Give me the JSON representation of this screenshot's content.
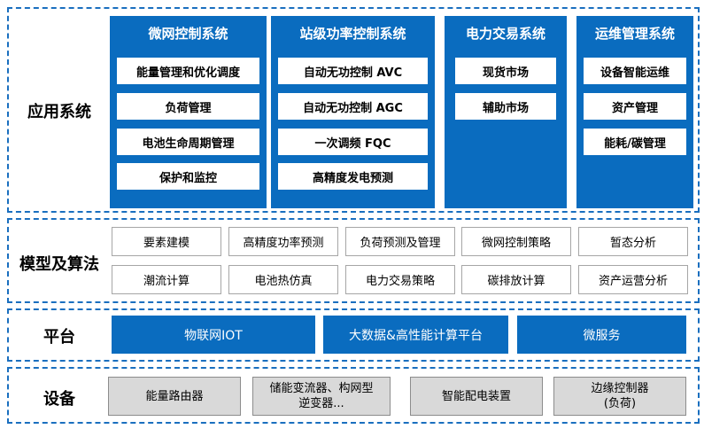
{
  "layers": {
    "application": {
      "label": "应用系统",
      "systems": [
        {
          "title": "微网控制系统",
          "items": [
            "能量管理和优化调度",
            "负荷管理",
            "电池生命周期管理",
            "保护和监控"
          ]
        },
        {
          "title": "站级功率控制系统",
          "items": [
            "自动无功控制 AVC",
            "自动无功控制 AGC",
            "一次调频 FQC",
            "高精度发电预测"
          ]
        },
        {
          "title": "电力交易系统",
          "items": [
            "现货市场",
            "辅助市场"
          ]
        },
        {
          "title": "运维管理系统",
          "items": [
            "设备智能运维",
            "资产管理",
            "能耗/碳管理"
          ]
        }
      ]
    },
    "models": {
      "label": "模型及算法",
      "row1": [
        "要素建模",
        "高精度功率预测",
        "负荷预测及管理",
        "微网控制策略",
        "暂态分析"
      ],
      "row2": [
        "潮流计算",
        "电池热仿真",
        "电力交易策略",
        "碳排放计算",
        "资产运营分析"
      ]
    },
    "platform": {
      "label": "平台",
      "items": [
        "物联网IOT",
        "大数据&高性能计算平台",
        "微服务"
      ]
    },
    "devices": {
      "label": "设备",
      "items": [
        {
          "line1": "能量路由器",
          "line2": ""
        },
        {
          "line1": "储能变流器、构网型",
          "line2": "逆变器..."
        },
        {
          "line1": "智能配电装置",
          "line2": ""
        },
        {
          "line1": "边缘控制器",
          "line2": "(负荷)"
        }
      ]
    }
  },
  "colors": {
    "accent_blue": "#0a6cbf",
    "dashed_border": "#1a6fbf",
    "device_gray": "#d9d9d9"
  }
}
